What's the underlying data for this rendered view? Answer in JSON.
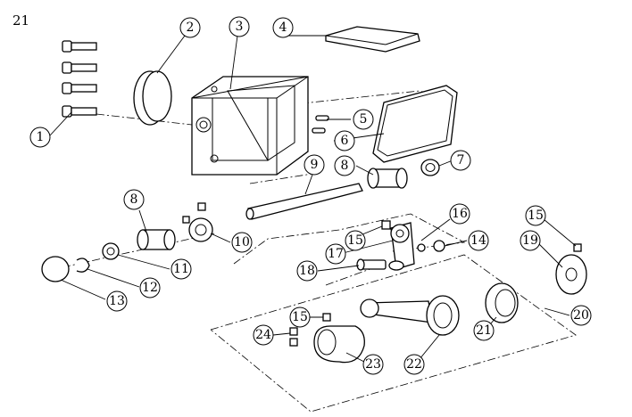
{
  "figure_number": "21",
  "callouts": [
    "1",
    "2",
    "3",
    "4",
    "5",
    "6",
    "7",
    "8",
    "9",
    "10",
    "11",
    "12",
    "13",
    "14",
    "15",
    "16",
    "17",
    "18",
    "19",
    "20",
    "21",
    "22",
    "23",
    "24"
  ]
}
